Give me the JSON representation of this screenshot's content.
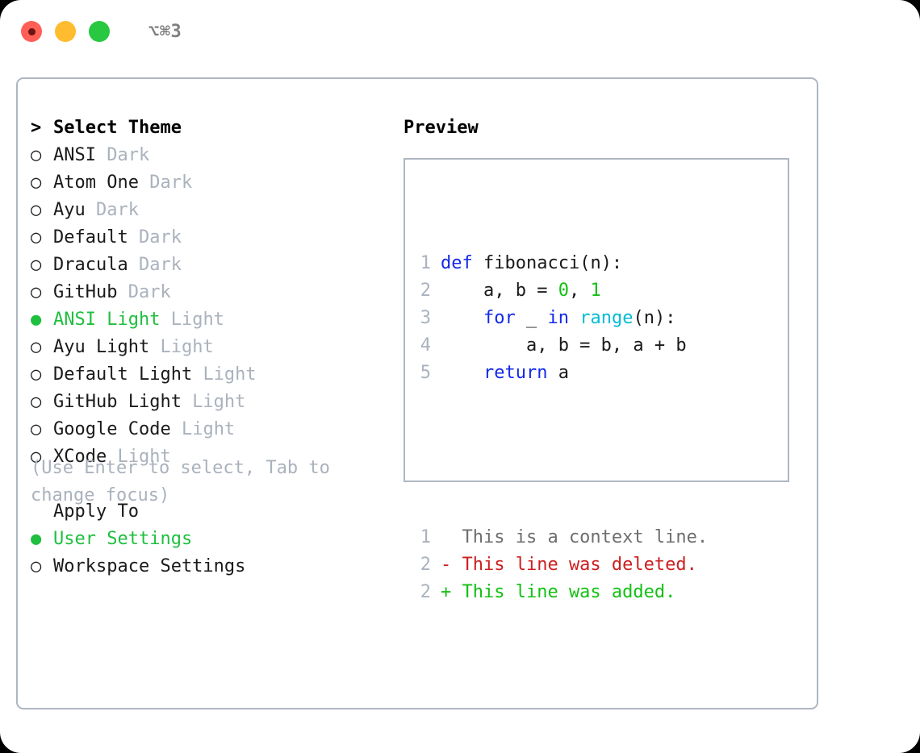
{
  "titlebar": {
    "shortcut": "⌥⌘3",
    "buttons": [
      {
        "name": "close",
        "color": "#ff5f57"
      },
      {
        "name": "minimize",
        "color": "#febc2e"
      },
      {
        "name": "maximize",
        "color": "#28c840"
      }
    ]
  },
  "theme_panel": {
    "heading_marker": ">",
    "heading": "Select Theme",
    "items": [
      {
        "marker": "○",
        "name": "ANSI",
        "variant": "Dark",
        "selected": false
      },
      {
        "marker": "○",
        "name": "Atom One",
        "variant": "Dark",
        "selected": false
      },
      {
        "marker": "○",
        "name": "Ayu",
        "variant": "Dark",
        "selected": false
      },
      {
        "marker": "○",
        "name": "Default",
        "variant": "Dark",
        "selected": false
      },
      {
        "marker": "○",
        "name": "Dracula",
        "variant": "Dark",
        "selected": false
      },
      {
        "marker": "○",
        "name": "GitHub",
        "variant": "Dark",
        "selected": false
      },
      {
        "marker": "●",
        "name": "ANSI Light",
        "variant": "Light",
        "selected": true
      },
      {
        "marker": "○",
        "name": "Ayu Light",
        "variant": "Light",
        "selected": false
      },
      {
        "marker": "○",
        "name": "Default Light",
        "variant": "Light",
        "selected": false
      },
      {
        "marker": "○",
        "name": "GitHub Light",
        "variant": "Light",
        "selected": false
      },
      {
        "marker": "○",
        "name": "Google Code",
        "variant": "Light",
        "selected": false
      },
      {
        "marker": "○",
        "name": "XCode",
        "variant": "Light",
        "selected": false
      }
    ]
  },
  "apply_to": {
    "heading": "Apply To",
    "options": [
      {
        "marker": "●",
        "label": "User Settings",
        "selected": true
      },
      {
        "marker": "○",
        "label": "Workspace Settings",
        "selected": false
      }
    ]
  },
  "help": {
    "text": "(Use Enter to select, Tab to change focus)"
  },
  "preview": {
    "title": "Preview",
    "code": [
      {
        "lnum": "1",
        "tokens": [
          {
            "t": "def",
            "c": "kw"
          },
          {
            "t": " fibonacci(n):",
            "c": "id"
          }
        ]
      },
      {
        "lnum": "2",
        "tokens": [
          {
            "t": "    a, b = ",
            "c": "id"
          },
          {
            "t": "0",
            "c": "num"
          },
          {
            "t": ", ",
            "c": "id"
          },
          {
            "t": "1",
            "c": "num"
          }
        ]
      },
      {
        "lnum": "3",
        "tokens": [
          {
            "t": "    ",
            "c": "id"
          },
          {
            "t": "for",
            "c": "kw"
          },
          {
            "t": " _ ",
            "c": "id"
          },
          {
            "t": "in",
            "c": "kw"
          },
          {
            "t": " ",
            "c": "id"
          },
          {
            "t": "range",
            "c": "fn"
          },
          {
            "t": "(n):",
            "c": "id"
          }
        ]
      },
      {
        "lnum": "4",
        "tokens": [
          {
            "t": "        a, b = b, a + b",
            "c": "id"
          }
        ]
      },
      {
        "lnum": "5",
        "tokens": [
          {
            "t": "    ",
            "c": "id"
          },
          {
            "t": "return",
            "c": "kw"
          },
          {
            "t": " a",
            "c": "id"
          }
        ]
      }
    ],
    "diff": [
      {
        "lnum": "1",
        "prefix": "  ",
        "text": "This is a context line.",
        "kind": "diff-ctx"
      },
      {
        "lnum": "2",
        "prefix": "- ",
        "text": "This line was deleted.",
        "kind": "diff-del"
      },
      {
        "lnum": "2",
        "prefix": "+ ",
        "text": "This line was added.",
        "kind": "diff-add"
      }
    ]
  },
  "colors": {
    "accent_green": "#1fbf3f",
    "muted_gray": "#aab2bd",
    "border": "#aeb6c2",
    "keyword_blue": "#1229e8",
    "function_cyan": "#00bcd4",
    "number_green": "#13c013",
    "diff_add": "#13c013",
    "diff_del": "#cc1f1f"
  }
}
